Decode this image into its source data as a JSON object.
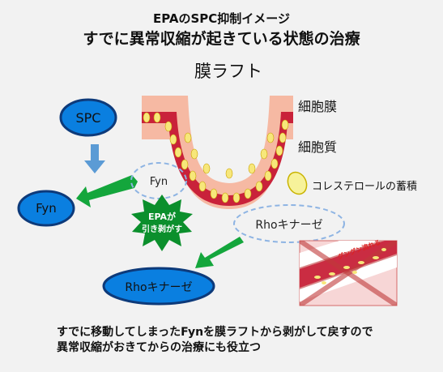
{
  "title_line1": "EPAのSPC抑制イメージ",
  "title_line2": "すでに異常収縮が起きている状態の治療",
  "raft_label": "膜ラフト",
  "membrane_label": "細胞膜",
  "cytoplasm_label": "細胞質",
  "cholesterol_label": "コレステロールの蓄積",
  "nodes": {
    "spc": "SPC",
    "fyn_left": "Fyn",
    "fyn_raft": "Fyn",
    "epa_line1": "EPAが",
    "epa_line2": "引き剥がす",
    "rho_raft": "Rhoキナーゼ",
    "rho_bottom": "Rhoキナーゼ"
  },
  "vessel_label": "グングン流れる",
  "note_line1": "すでに移動してしまったFynを膜ラフトから剥がして戻すので",
  "note_line2": "異常収縮がおきてからの治療にも役立つ",
  "colors": {
    "ellipse_blue": "#0a7fe0",
    "ellipse_border": "#0d3a7a",
    "arrow_green": "#14a63c",
    "arrow_blue": "#5b9bd5",
    "membrane_outer": "#f6b9a3",
    "membrane_inner": "#c9223a",
    "epa_star": "#0b8f2c"
  }
}
